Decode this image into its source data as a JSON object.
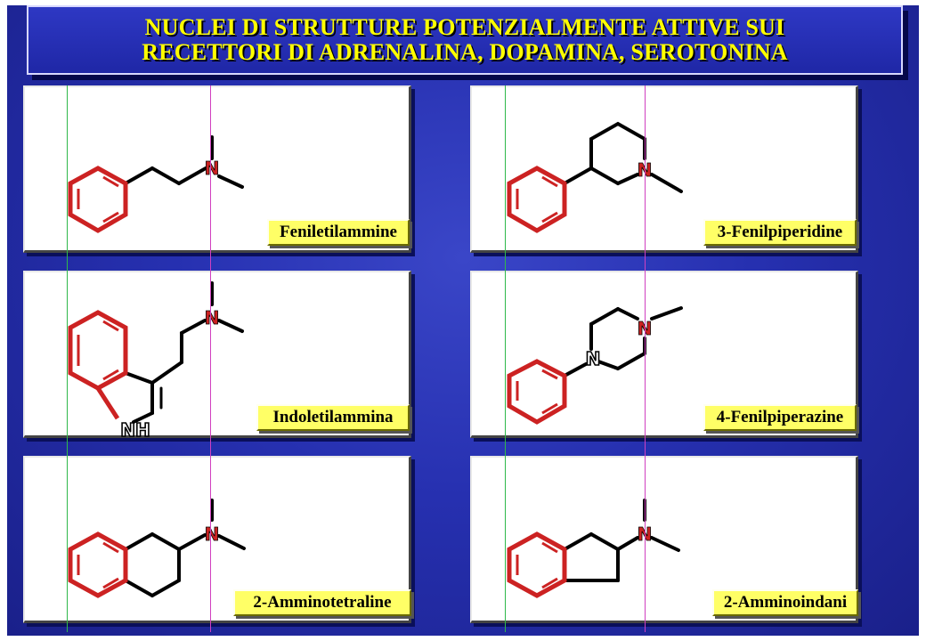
{
  "title": {
    "line1": "NUCLEI DI STRUTTURE POTENZIALMENTE ATTIVE SUI",
    "line2": "RECETTORI DI ADRENALINA, DOPAMINA, SEROTONINA"
  },
  "compounds": [
    {
      "label": "Feniletilammine"
    },
    {
      "label": "3-Fenilpiperidine"
    },
    {
      "label": "Indoletilammina"
    },
    {
      "label": "4-Fenilpiperazine"
    },
    {
      "label": "2-Amminotetraline"
    },
    {
      "label": "2-Amminoindani"
    }
  ],
  "atoms": {
    "nitrogen": "N",
    "indole_nh": "NH"
  },
  "colors": {
    "background": "#2630b0",
    "title_text": "#ffff00",
    "label_fill": "#ffff66",
    "aromatic_ring": "#cc2222",
    "guide_green": "#2fb84a",
    "guide_pink": "#d040c0"
  }
}
